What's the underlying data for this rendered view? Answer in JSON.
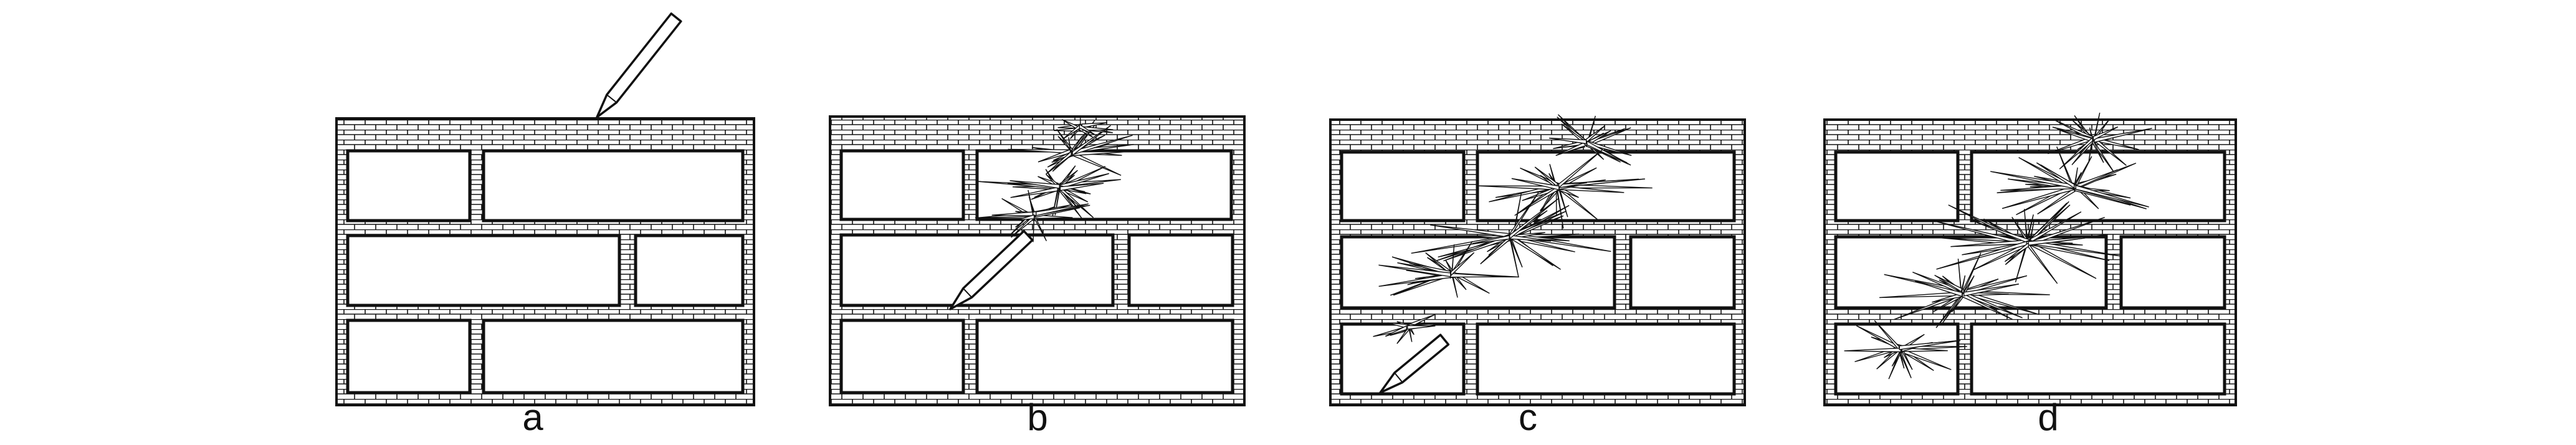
{
  "figure": {
    "panels": [
      {
        "label": "a",
        "cracked": false,
        "tool": "chisel-top"
      },
      {
        "label": "b",
        "cracked": true,
        "crack_extent": "upper-rows",
        "tool": "chisel-middle"
      },
      {
        "label": "c",
        "cracked": true,
        "crack_extent": "diagonal-through",
        "tool": "chisel-bottom"
      },
      {
        "label": "d",
        "cracked": true,
        "crack_extent": "full-diagonal",
        "tool": "none"
      }
    ]
  },
  "colors": {
    "ink": "#111111",
    "background": "#ffffff"
  }
}
